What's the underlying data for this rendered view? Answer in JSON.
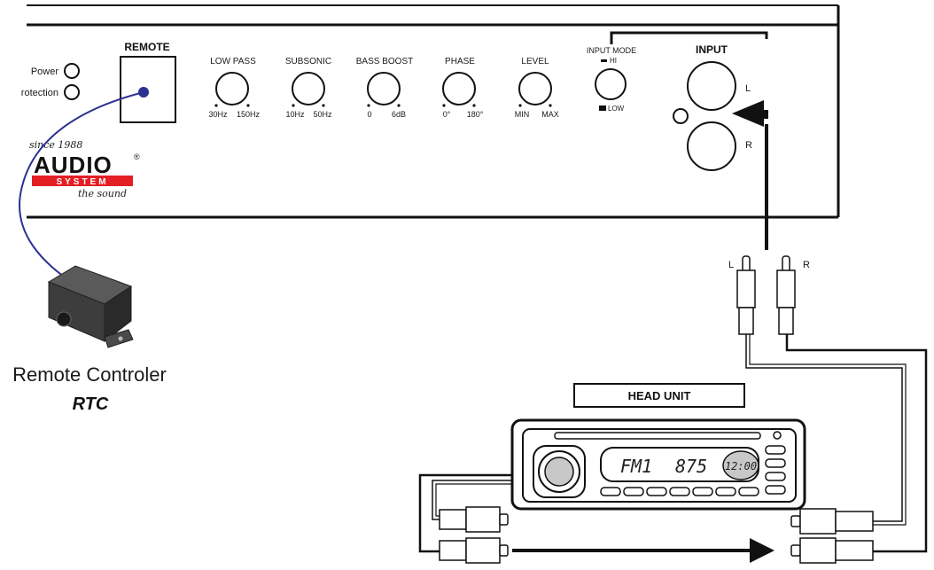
{
  "amp_panel": {
    "status_power": "Power",
    "status_protection": "rotection",
    "remote_heading": "REMOTE",
    "controls": [
      {
        "label": "LOW PASS",
        "min": "30Hz",
        "max": "150Hz"
      },
      {
        "label": "SUBSONIC",
        "min": "10Hz",
        "max": "50Hz"
      },
      {
        "label": "BASS BOOST",
        "min": "0",
        "max": "6dB"
      },
      {
        "label": "PHASE",
        "min": "0°",
        "max": "180°"
      },
      {
        "label": "LEVEL",
        "min": "MIN",
        "max": "MAX"
      }
    ],
    "input_mode": {
      "label": "INPUT MODE",
      "hi": "HI",
      "low": "LOW"
    },
    "input": {
      "label": "INPUT",
      "left": "L",
      "right": "R"
    }
  },
  "logo": {
    "since": "since 1988",
    "brand_top": "AUDIO",
    "brand_bottom": "SYSTEM",
    "tagline": "the sound",
    "registered": "®"
  },
  "remote_device": {
    "title": "Remote Controler",
    "model": "RTC"
  },
  "rca_plugs": {
    "left": "L",
    "right": "R"
  },
  "head_unit": {
    "title": "HEAD UNIT",
    "display_band": "FM1",
    "display_freq": "875",
    "display_clock": "12:00"
  },
  "colors": {
    "remote_cable": "#2e3192",
    "line": "#111111",
    "logo_red": "#e31e24"
  }
}
